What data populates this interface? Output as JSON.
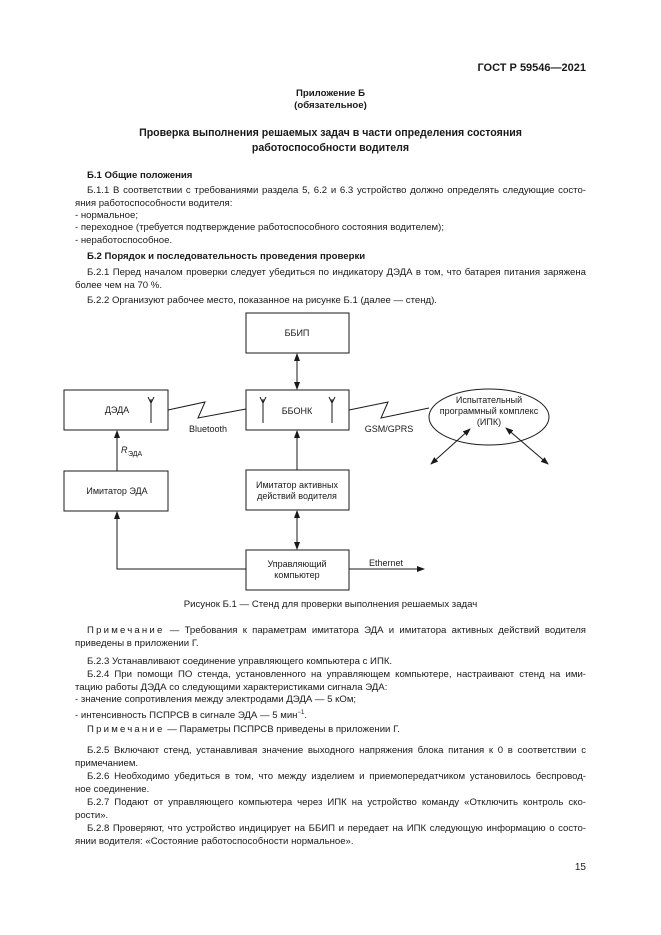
{
  "header": {
    "doc_id": "ГОСТ Р 59546—2021"
  },
  "appendix": {
    "title": "Приложение Б",
    "status": "(обязательное)"
  },
  "title_lines": [
    "Проверка выполнения решаемых задач в части определения состояния",
    "работоспособности водителя"
  ],
  "section1": {
    "heading": "Б.1  Общие положения",
    "p1": [
      "Б.1.1  В соответствии с требованиями раздела 5, 6.2 и 6.3 устройство должно определять следующие состо-",
      "яния работоспособности водителя:"
    ],
    "items": [
      "- нормальное;",
      "- переходное (требуется подтверждение работоспособного состояния водителем);",
      "- неработоспособное."
    ]
  },
  "section2": {
    "heading": "Б.2  Порядок и последовательность проведения проверки",
    "p221": [
      "Б.2.1 Перед началом проверки следует убедиться по индикатору ДЭДА в том, что батарея питания заряжена",
      "более чем на 70 %."
    ],
    "p222": "Б.2.2  Организуют рабочее место, показанное на рисунке Б.1 (далее — стенд).",
    "note1_label": "Примечание",
    "note1": [
      "— Требования к параметрам имитатора ЭДА и имитатора активных действий водителя",
      "приведены в приложении Г."
    ],
    "p223": "Б.2.3  Устанавливают соединение управляющего компьютера с ИПК.",
    "p224": [
      "Б.2.4  При помощи ПО стенда, установленного на управляющем компьютере, настраивают стенд на ими-",
      "тацию работы ДЭДА со следующими характеристиками сигнала ЭДА:"
    ],
    "p224_items": [
      "- значение сопротивления между электродами ДЭДА — 5 кОм;",
      "- интенсивность ПСПРСВ в сигнале ЭДА — 5 мин"
    ],
    "p224_sup": "−1",
    "p224_end": ".",
    "note2_label": "Примечание",
    "note2": "— Параметры ПСПРСВ приведены в приложении Г.",
    "p225": [
      "Б.2.5  Включают стенд, устанавливая значение выходного напряжения блока питания к 0 в соответствии с",
      "примечанием."
    ],
    "p226": [
      "Б.2.6  Необходимо убедиться в том, что между изделием и приемопередатчиком установилось беспровод-",
      "ное соединение."
    ],
    "p227": [
      "Б.2.7  Подают от управляющего компьютера через ИПК на устройство команду «Отключить контроль ско-",
      "рости»."
    ],
    "p228": [
      "Б.2.8  Проверяют, что устройство индицирует на ББИП и передает на ИПК следующую информацию о состо-",
      "янии водителя: «Состояние работоспособности нормальное»."
    ]
  },
  "figure": {
    "caption": "Рисунок Б.1 — Стенд для проверки выполнения решаемых задач",
    "blocks": {
      "bbip": "ББИП",
      "deda": "ДЭДА",
      "bbonk": "ББОНК",
      "ipk": [
        "Испытательный",
        "программный комплекс",
        "(ИПК)"
      ],
      "imit_eda": "Имитатор ЭДА",
      "imit_active": [
        "Имитатор активных",
        "действий водителя"
      ],
      "computer": [
        "Управляющий",
        "компьютер"
      ]
    },
    "labels": {
      "bluetooth": "Bluetooth",
      "gsm": "GSM/GPRS",
      "ethernet": "Ethernet",
      "r": "R",
      "r_sub": "ЭДА"
    }
  },
  "page_number": "15"
}
